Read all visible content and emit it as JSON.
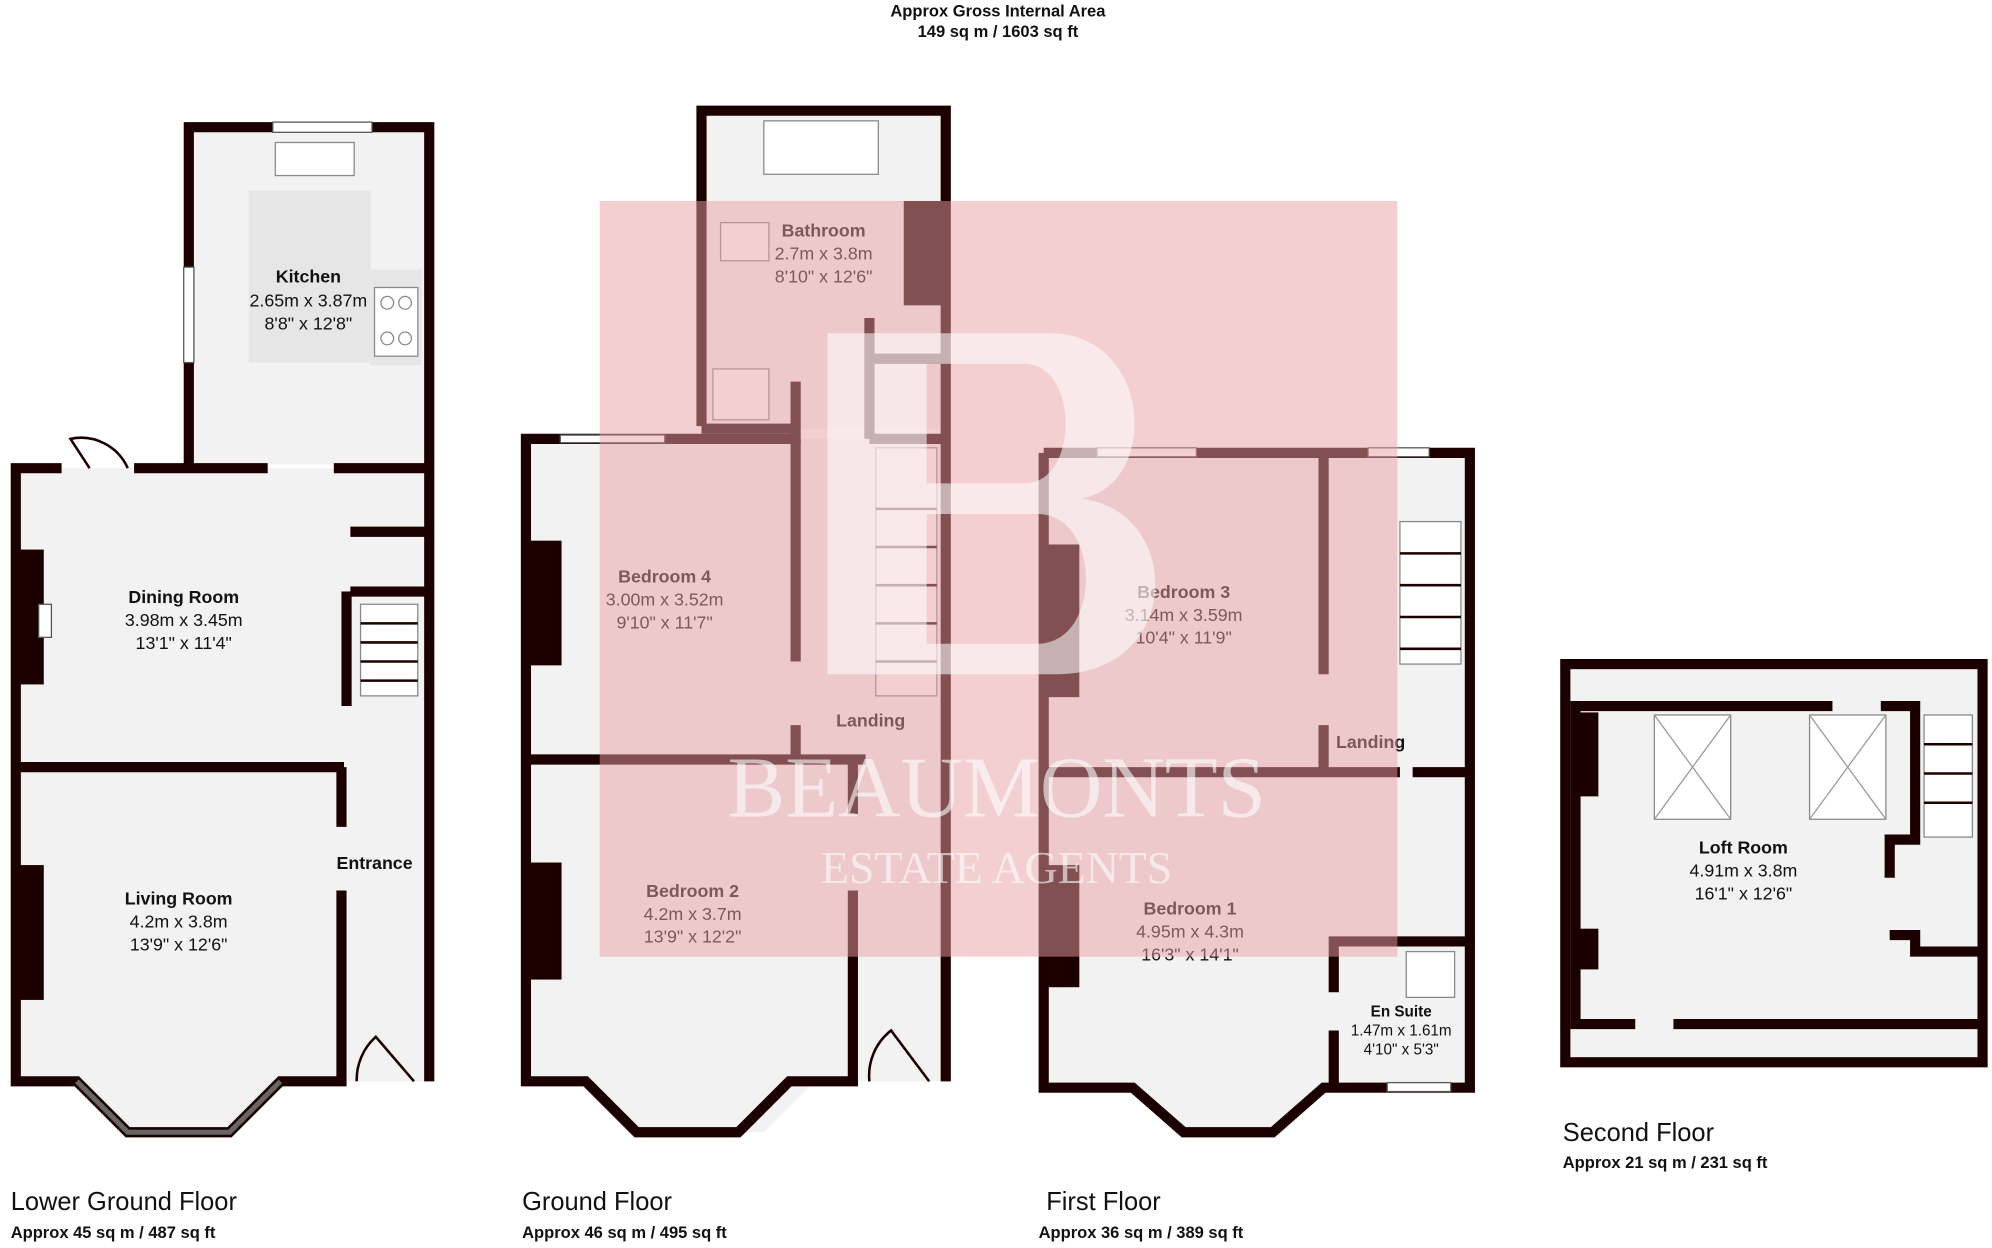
{
  "header": {
    "title": "Approx Gross Internal Area",
    "total_area": "149 sq m / 1603 sq ft"
  },
  "watermark": {
    "logo_letter": "B",
    "brand": "BEAUMONTS",
    "tagline": "ESTATE AGENTS",
    "color": "#e8a0a6"
  },
  "floors": {
    "lower_ground": {
      "name": "Lower Ground Floor",
      "area": "Approx 45 sq m / 487 sq ft",
      "rooms": {
        "kitchen": {
          "name": "Kitchen",
          "metric": "2.65m x 3.87m",
          "imperial": "8'8\" x 12'8\""
        },
        "dining": {
          "name": "Dining Room",
          "metric": "3.98m x 3.45m",
          "imperial": "13'1\" x 11'4\""
        },
        "living": {
          "name": "Living Room",
          "metric": "4.2m x 3.8m",
          "imperial": "13'9\" x 12'6\""
        },
        "entrance": {
          "name": "Entrance"
        }
      }
    },
    "ground": {
      "name": "Ground Floor",
      "area": "Approx 46 sq m / 495 sq ft",
      "rooms": {
        "bathroom": {
          "name": "Bathroom",
          "metric": "2.7m x 3.8m",
          "imperial": "8'10\" x 12'6\""
        },
        "bedroom4": {
          "name": "Bedroom 4",
          "metric": "3.00m x 3.52m",
          "imperial": "9'10\" x 11'7\""
        },
        "bedroom2": {
          "name": "Bedroom 2",
          "metric": "4.2m x 3.7m",
          "imperial": "13'9\" x 12'2\""
        },
        "landing": {
          "name": "Landing"
        }
      }
    },
    "first": {
      "name": "First Floor",
      "area": "Approx 36 sq m / 389 sq ft",
      "rooms": {
        "bedroom3": {
          "name": "Bedroom 3",
          "metric": "3.14m x 3.59m",
          "imperial": "10'4\" x 11'9\""
        },
        "bedroom1": {
          "name": "Bedroom 1",
          "metric": "4.95m x 4.3m",
          "imperial": "16'3\" x 14'1\""
        },
        "ensuite": {
          "name": "En Suite",
          "metric": "1.47m x 1.61m",
          "imperial": "4'10\" x 5'3\""
        },
        "landing": {
          "name": "Landing"
        }
      }
    },
    "second": {
      "name": "Second Floor",
      "area": "Approx 21 sq m / 231 sq ft",
      "rooms": {
        "loft": {
          "name": "Loft Room",
          "metric": "4.91m x 3.8m",
          "imperial": "16'1\" x 12'6\""
        }
      }
    }
  }
}
